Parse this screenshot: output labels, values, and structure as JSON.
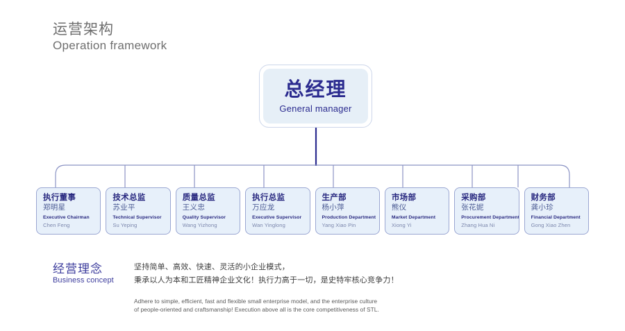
{
  "header": {
    "title_zh": "运营架构",
    "title_en": "Operation framework"
  },
  "general_manager": {
    "title_zh": "总经理",
    "title_en": "General manager"
  },
  "departments": [
    {
      "zh_title": "执行董事",
      "zh_name": "郑明星",
      "en_title": "Executive Chairman",
      "en_name": "Chen Feng"
    },
    {
      "zh_title": "技术总监",
      "zh_name": "苏业平",
      "en_title": "Technical Supervisor",
      "en_name": "Su Yeping"
    },
    {
      "zh_title": "质量总监",
      "zh_name": "王义忠",
      "en_title": "Quality Supervisor",
      "en_name": "Wang Yizhong"
    },
    {
      "zh_title": "执行总监",
      "zh_name": "万应龙",
      "en_title": "Executive Supervisor",
      "en_name": "Wan Yinglong"
    },
    {
      "zh_title": "生产部",
      "zh_name": "杨小萍",
      "en_title": "Production Department",
      "en_name": "Yang Xiao Pin"
    },
    {
      "zh_title": "市场部",
      "zh_name": "熊仪",
      "en_title": "Market Department",
      "en_name": "Xiong Yi"
    },
    {
      "zh_title": "采购部",
      "zh_name": "张花妮",
      "en_title": "Procurement Department",
      "en_name": "Zhang Hua Ni"
    },
    {
      "zh_title": "财务部",
      "zh_name": "龚小珍",
      "en_title": "Financial Department",
      "en_name": "Gong Xiao Zhen"
    }
  ],
  "business_concept": {
    "label_zh": "经营理念",
    "label_en": "Business concept",
    "text_zh_line1": "坚持简单、高效、快速、灵活的小企业模式，",
    "text_zh_line2": "秉承以人为本和工匠精神企业文化！执行力高于一切，是史特牢核心竞争力！",
    "text_en_line1": "Adhere to simple, efficient, fast and flexible small enterprise model, and the enterprise culture",
    "text_en_line2": "of people-oriented and craftsmanship! Execution above all is the core competitiveness of STL."
  },
  "colors": {
    "accent_navy": "#2b2b8f",
    "box_fill": "#e7f0fa",
    "box_border": "#9aa6d2",
    "gm_fill": "#e6eff7",
    "header_gray": "#6e6e6e",
    "connector": "#8b93c4"
  }
}
